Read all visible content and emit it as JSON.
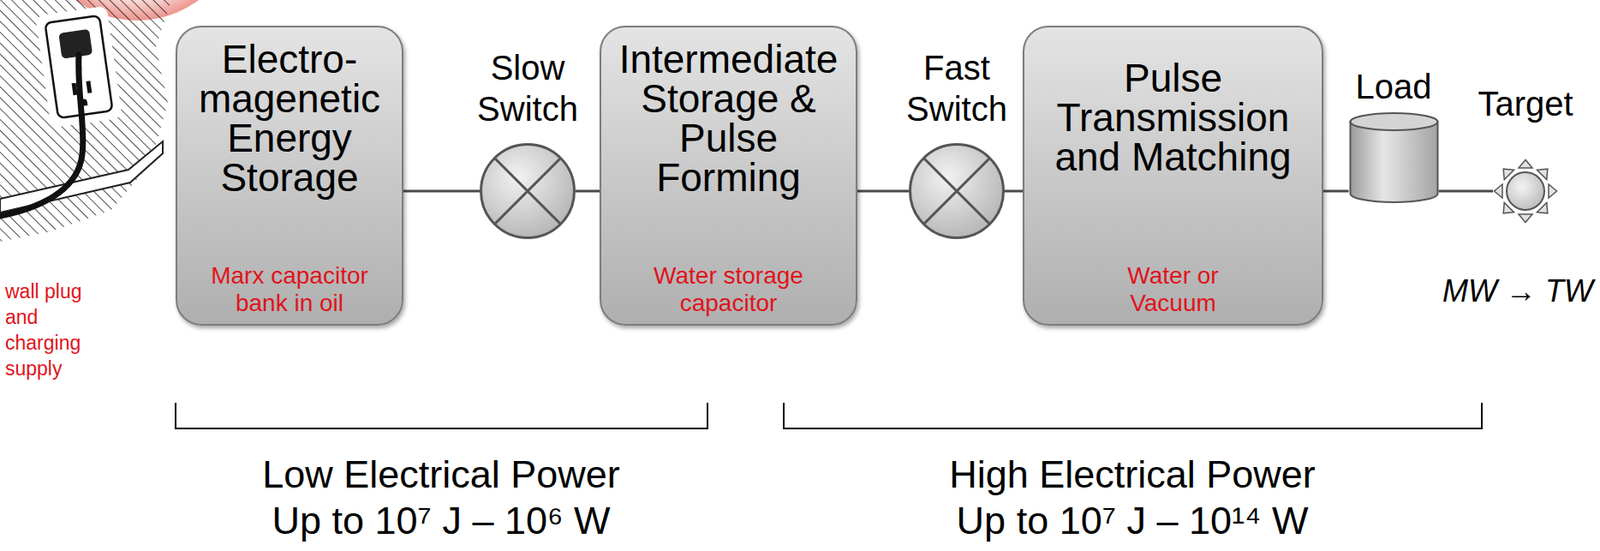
{
  "diagram": {
    "nodes": [
      {
        "text": [
          "Electro- magenetic Energy Storage",
          "Marx capacitor bank in oil"
        ]
      },
      {
        "text": [
          "Slow Switch"
        ]
      },
      {
        "text": [
          "Intermediate Storage & Pulse Forming",
          "Water storage capacitor"
        ]
      },
      {
        "text": [
          "Fast Switch"
        ]
      },
      {
        "text": [
          "Pulse Transmission and Matching",
          "Water or Vacuum"
        ]
      },
      {
        "text": [
          "Load"
        ]
      },
      {
        "text": [
          "Target"
        ]
      }
    ],
    "edges": [
      {
        "from": 0,
        "to": 1,
        "arrow": "none"
      },
      {
        "from": 1,
        "to": 2,
        "arrow": "none"
      },
      {
        "from": 2,
        "to": 3,
        "arrow": "none"
      },
      {
        "from": 3,
        "to": 4,
        "arrow": "none"
      },
      {
        "from": 4,
        "to": 5,
        "arrow": "none"
      },
      {
        "from": 5,
        "to": 6,
        "arrow": "none"
      }
    ],
    "labels": [
      "wall plug and charging supply",
      "MW → TW",
      "Low Electrical Power",
      "Up to 10⁷ J – 10⁶ W",
      "High Electrical Power",
      "Up to 10⁷ J – 10¹⁴ W"
    ]
  }
}
